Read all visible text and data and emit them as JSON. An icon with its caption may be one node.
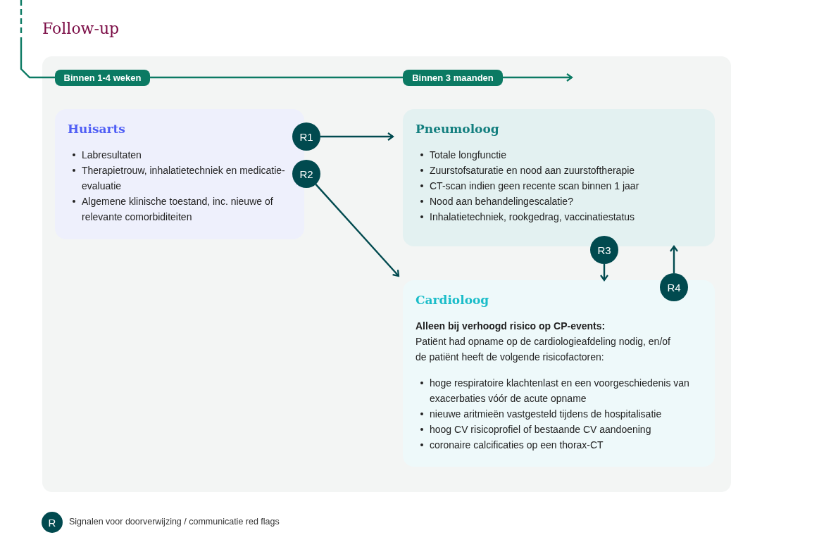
{
  "diagram": {
    "title": "Follow-up",
    "nodes": [
      {
        "text": [
          "Huisarts",
          "Labresultaten",
          "Therapietrouw, inhalatietechniek en medicatie-evaluatie",
          "Algemene klinische toestand, inc. nieuwe of relevante comorbiditeiten"
        ]
      },
      {
        "text": [
          "Pneumoloog",
          "Totale longfunctie",
          "Zuurstofsaturatie en nood aan zuurstoftherapie",
          "CT-scan indien geen recente scan binnen 1 jaar",
          "Nood aan behandelingescalatie?",
          "Inhalatietechniek, rookgedrag, vaccinatiestatus"
        ]
      },
      {
        "text": [
          "Cardioloog",
          "Alleen bij verhoogd risico op CP-events:",
          "Patiënt had opname op de cardiologieafdeling nodig, en/of de patiënt heeft de volgende risicofactoren:",
          "hoge respiratoire klachtenlast en een voorgeschiedenis van exacerbaties vóór de acute opname",
          "nieuwe aritmieën vastgesteld tijdens de hospitalisatie",
          "hoog CV risicoprofiel of bestaande CV aandoening",
          "coronaire calcificaties op een thorax-CT"
        ]
      },
      {
        "text": [
          "R1"
        ]
      },
      {
        "text": [
          "R2"
        ]
      },
      {
        "text": [
          "R3"
        ]
      },
      {
        "text": [
          "R4"
        ]
      },
      {
        "text": [
          "Binnen 1-4 weken"
        ]
      },
      {
        "text": [
          "Binnen 3 maanden"
        ]
      }
    ],
    "edges": [
      {
        "from": null,
        "to": 7,
        "arrow": "none",
        "style": "dashed"
      },
      {
        "from": 7,
        "to": 8,
        "arrow": "none"
      },
      {
        "from": 8,
        "to": null,
        "arrow": "to"
      },
      {
        "from": 3,
        "to": 1,
        "arrow": "to"
      },
      {
        "from": 4,
        "to": 2,
        "arrow": "to"
      },
      {
        "from": 5,
        "to": 2,
        "arrow": "to"
      },
      {
        "from": 6,
        "to": 1,
        "arrow": "to"
      }
    ],
    "labels": [
      "R"
    ],
    "legend": [
      {
        "text": "Signalen voor doorverwijzing / communicatie red flags"
      }
    ]
  }
}
